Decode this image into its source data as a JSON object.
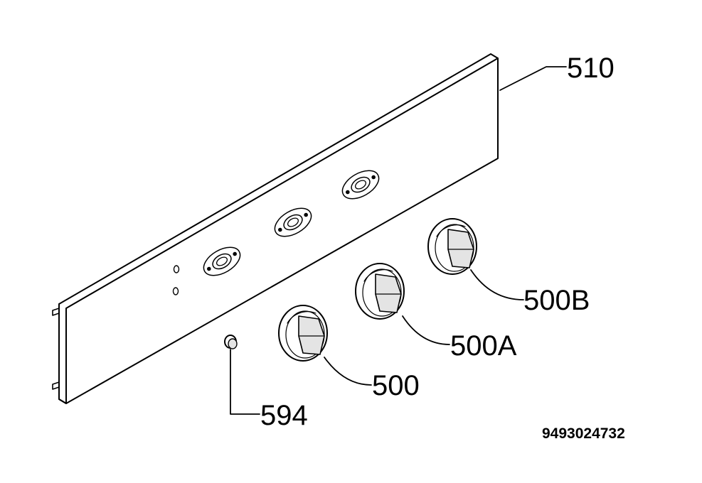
{
  "labels": {
    "panel": "510",
    "knob_right": "500B",
    "knob_middle": "500A",
    "knob_left": "500",
    "indicator": "594"
  },
  "document_number": "9493024732",
  "colors": {
    "line": "#000000",
    "background": "#ffffff",
    "knob_shade": "#e4e4e4"
  }
}
